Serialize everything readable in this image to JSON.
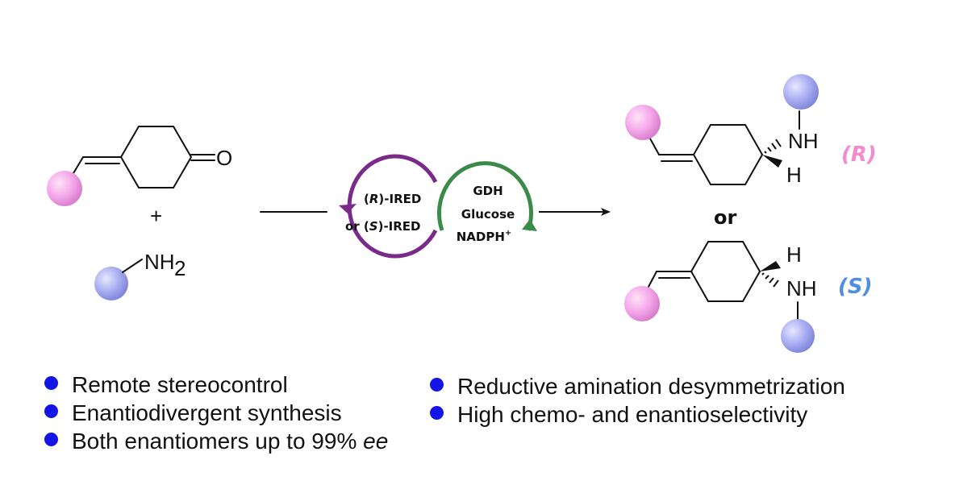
{
  "reactant": {
    "carbonyl_atom": "O",
    "plus": "+",
    "amine_group": "NH",
    "amine_subscript": "2"
  },
  "catalysis": {
    "ired_line1_open": "(",
    "ired_line1_stereo": "R",
    "ired_line1_rest": ")-IRED",
    "ired_line2_prefix": "or (",
    "ired_line2_stereo": "S",
    "ired_line2_rest": ")-IRED",
    "gdh": "GDH",
    "glucose": "Glucose",
    "nadph": "NADPH",
    "nadph_sup": "+",
    "colors": {
      "ired_cycle": "#7a2a8a",
      "gdh_cycle": "#3b8a4a"
    }
  },
  "products": {
    "r_nh": "NH",
    "r_h": "H",
    "r_label": "(R)",
    "or_text": "or",
    "s_h": "H",
    "s_nh": "NH",
    "s_label": "(S)",
    "colors": {
      "r_label": "#f08ccf",
      "s_label": "#4f8ee0",
      "pink_sphere": "#f5a8ea",
      "blue_sphere": "#a9aef2"
    }
  },
  "bullets_left": [
    {
      "text": "Remote stereocontrol"
    },
    {
      "text": "Enantiodivergent synthesis"
    },
    {
      "text": "Both enantiomers up to 99% ",
      "italic": "ee"
    }
  ],
  "bullets_right": [
    {
      "text": "Reductive amination desymmetrization"
    },
    {
      "text": "High chemo- and enantioselectivity"
    }
  ],
  "bullet_color": "#1414e6"
}
